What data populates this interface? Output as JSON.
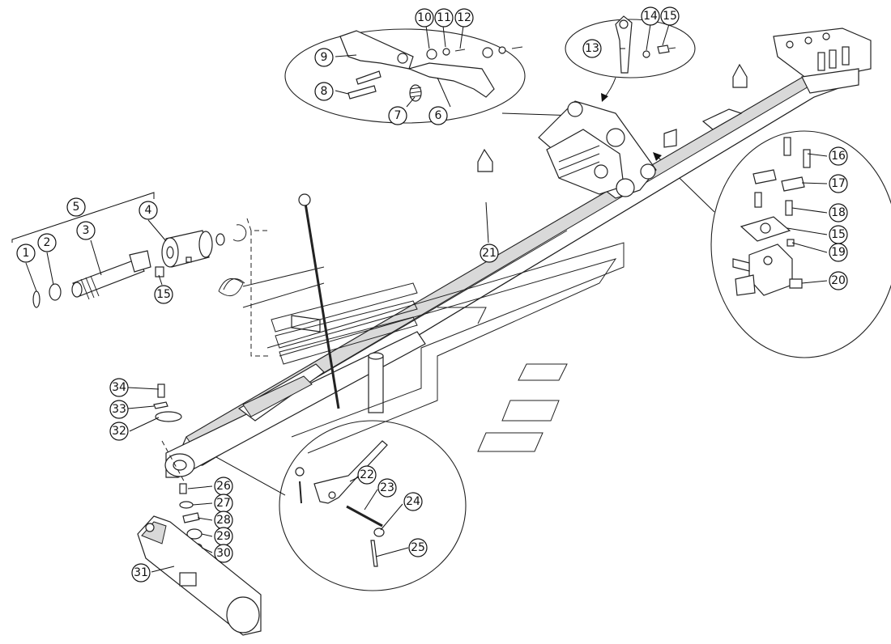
{
  "callouts": {
    "c1": "1",
    "c2": "2",
    "c3": "3",
    "c4": "4",
    "c5": "5",
    "c6": "6",
    "c7": "7",
    "c8": "8",
    "c9": "9",
    "c10": "10",
    "c11": "11",
    "c12": "12",
    "c13": "13",
    "c14": "14",
    "c15a": "15",
    "c15b": "15",
    "c15c": "15",
    "c16": "16",
    "c17": "17",
    "c18": "18",
    "c19": "19",
    "c20": "20",
    "c21": "21",
    "c22": "22",
    "c23": "23",
    "c24": "24",
    "c25": "25",
    "c26": "26",
    "c27": "27",
    "c28": "28",
    "c29": "29",
    "c30": "30",
    "c31": "31",
    "c32": "32",
    "c33": "33",
    "c34": "34"
  }
}
